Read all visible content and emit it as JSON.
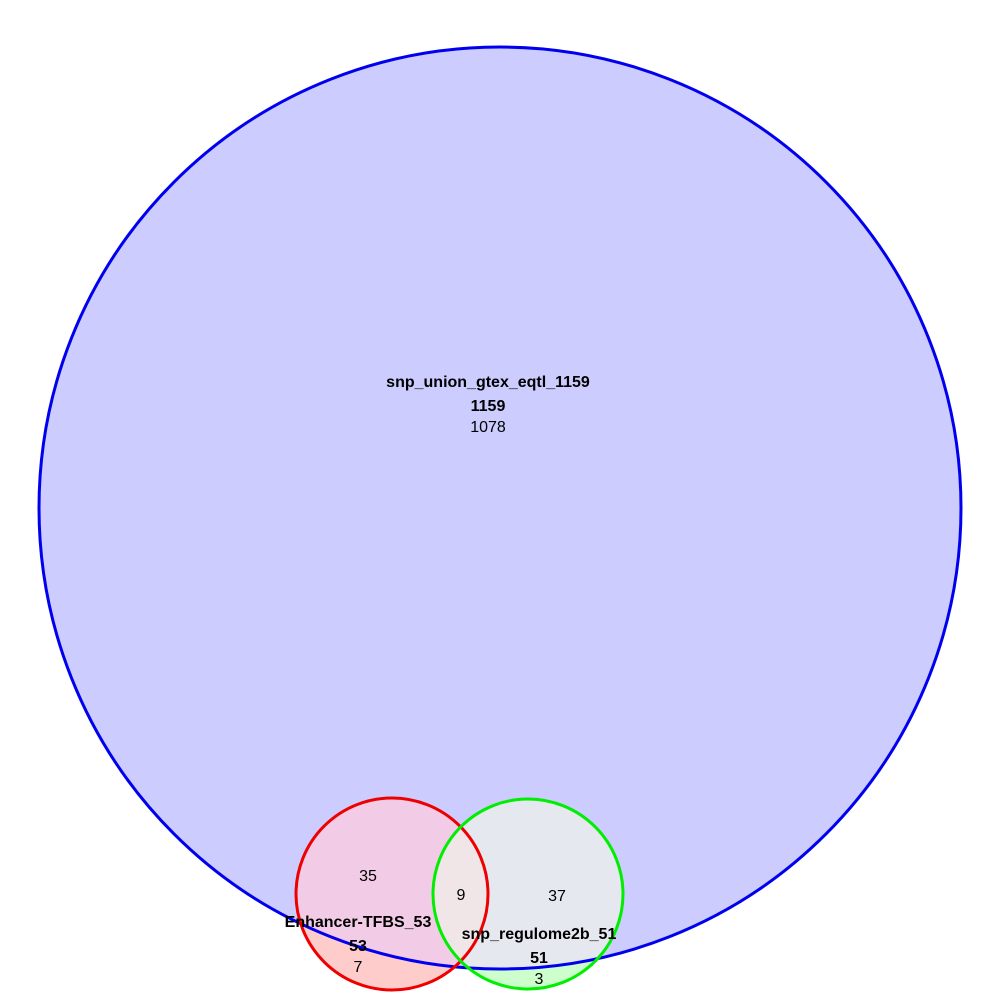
{
  "venn": {
    "sets": {
      "gtex": {
        "label": "snp_union_gtex_eqtl_1159",
        "total": "1159",
        "stroke": "#0000ee",
        "fill": "#ccccff"
      },
      "enhancer": {
        "label": "Enhancer-TFBS_53",
        "total": "53",
        "stroke": "#ee0000",
        "fill": "#ffcccc"
      },
      "regulome": {
        "label": "snp_regulome2b_51",
        "total": "51",
        "stroke": "#00ee00",
        "fill": "#ccffcc"
      }
    },
    "regions": {
      "gtex_only": "1078",
      "gtex_enhancer": "35",
      "gtex_enhancer_regulome": "9",
      "gtex_regulome": "37",
      "enhancer_only": "7",
      "regulome_only": "3"
    },
    "overlap_colors": {
      "gtex_enhancer": "#f2cce6",
      "gtex_regulome": "#e6e8f0",
      "all_three": "#f0e6e8"
    }
  }
}
